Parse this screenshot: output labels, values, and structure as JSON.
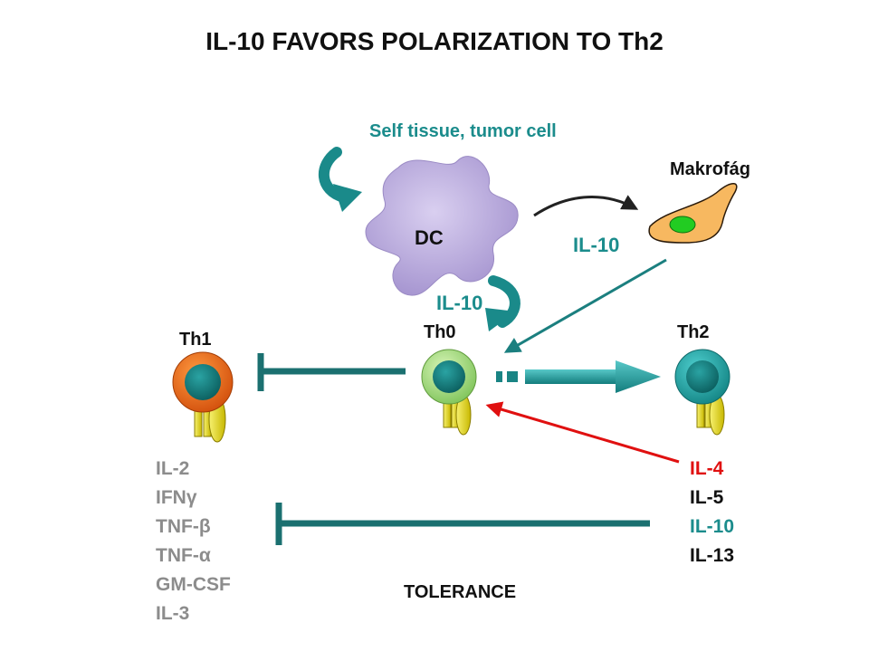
{
  "title": "IL-10 FAVORS POLARIZATION TO Th2",
  "labels": {
    "self_tissue": "Self tissue, tumor cell",
    "makrofag": "Makrofág",
    "dc": "DC",
    "il10_macro": "IL-10",
    "il10_dc": "IL-10",
    "th1": "Th1",
    "th0": "Th0",
    "th2": "Th2",
    "tolerance": "TOLERANCE"
  },
  "th1_cytokines": [
    "IL-2",
    "IFNγ",
    "TNF-β",
    "TNF-α",
    "GM-CSF",
    "IL-3"
  ],
  "th2_cytokines": [
    "IL-4",
    "IL-5",
    "IL-10",
    "IL-13"
  ],
  "colors": {
    "teal": "#1b8c8c",
    "red": "#e01010",
    "gray": "#8c8c8c",
    "dc_fill": "#b9a9d8",
    "th1_ring": "#e86a1a",
    "th0_ring": "#9fdc7a",
    "th2_ring": "#1fa0a0",
    "nucleus": "#117a7a",
    "receptor": "#e8e020",
    "macrophage": "#f7b860",
    "macro_nucleus": "#22cc22"
  }
}
